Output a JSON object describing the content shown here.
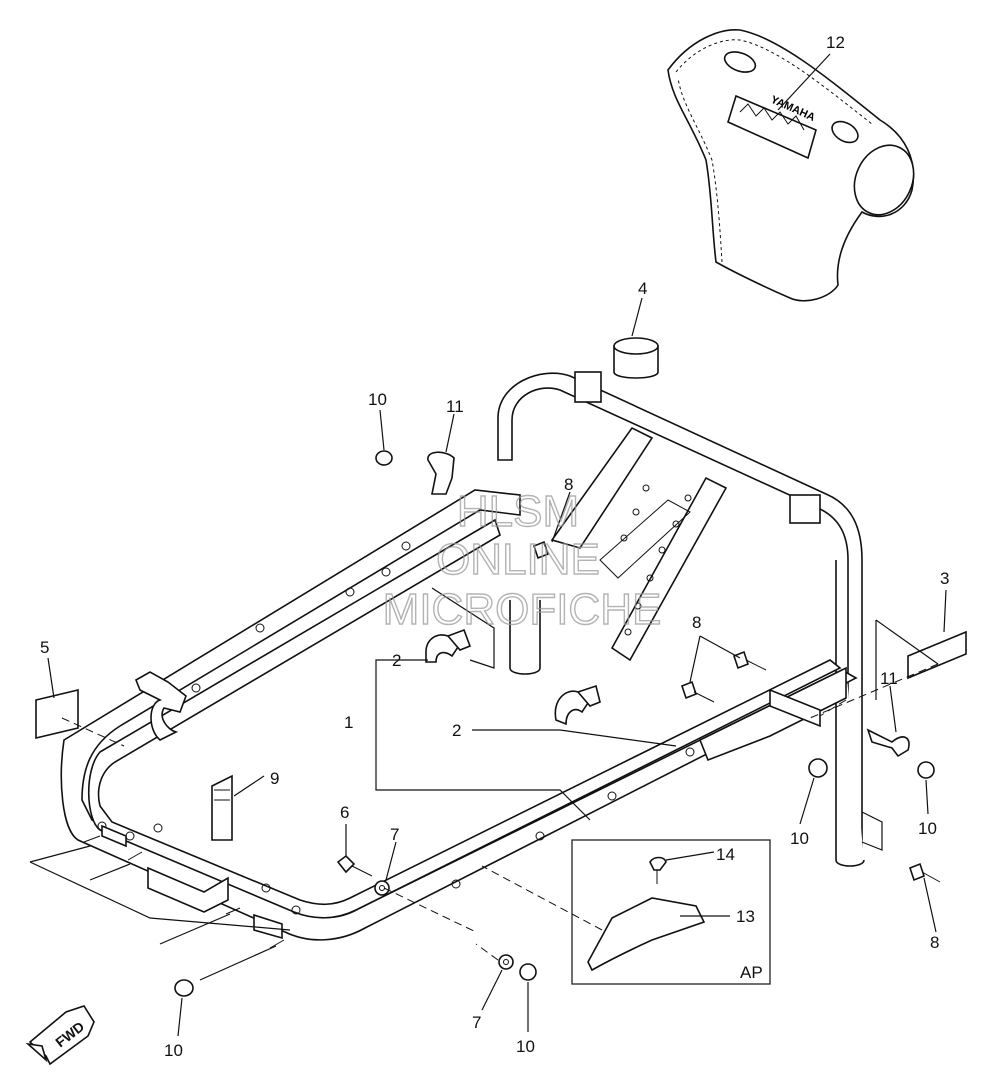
{
  "watermark": {
    "line1": "HLSM",
    "line2": "ONLINE",
    "line3": "MICROFICHE"
  },
  "inset_label": "AP",
  "direction_badge": "FWD",
  "pad_logo": "YAMAHA",
  "callouts": {
    "c1": "1",
    "c2a": "2",
    "c2b": "2",
    "c3": "3",
    "c4": "4",
    "c5": "5",
    "c6": "6",
    "c7a": "7",
    "c7b": "7",
    "c8a": "8",
    "c8b": "8",
    "c8c": "8",
    "c9": "9",
    "c10a": "10",
    "c10b": "10",
    "c10c": "10",
    "c10d": "10",
    "c10e": "10",
    "c11a": "11",
    "c11b": "11",
    "c12": "12",
    "c13": "13",
    "c14": "14"
  }
}
